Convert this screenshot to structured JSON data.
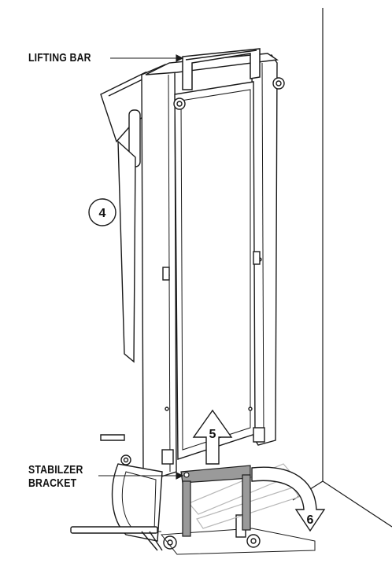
{
  "labels": {
    "lifting_bar": "LIFTING BAR",
    "stabilizer_line1": "STABILZER",
    "stabilizer_line2": "BRACKET"
  },
  "steps": {
    "step4": "4",
    "step5": "5",
    "step6": "6"
  },
  "colors": {
    "line": "#1a1a1a",
    "bracket_fill": "#9a9a9a",
    "arrow_fill": "#ffffff",
    "ghost": "#b8b8b8"
  }
}
